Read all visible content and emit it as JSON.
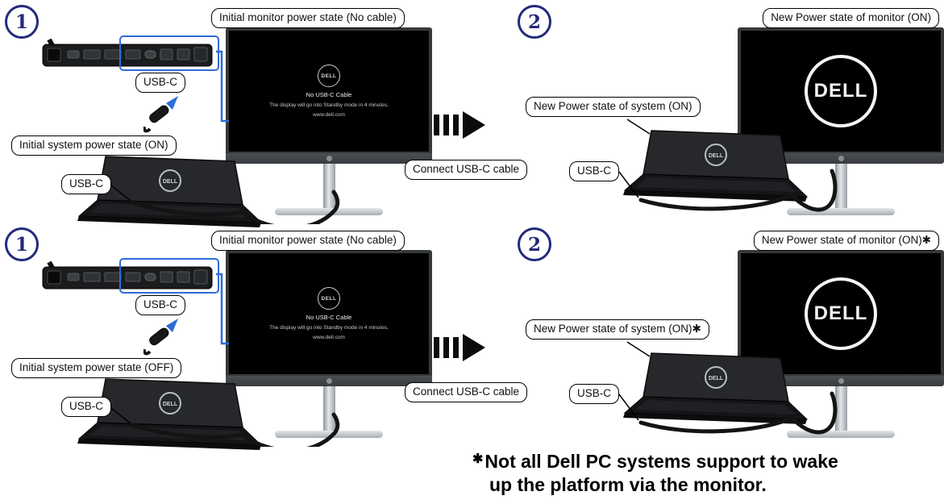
{
  "rows": [
    {
      "step_left": "1",
      "step_right": "2",
      "labels": {
        "monitor_initial": "Initial monitor power state (No cable)",
        "system_initial": "Initial system power state (ON)",
        "usbc_ports": "USB-C",
        "usbc_system_left": "USB-C",
        "connect": "Connect USB-C cable",
        "system_new": "New Power state of system (ON)",
        "monitor_new": "New Power state of monitor (ON)",
        "usbc_system_right": "USB-C"
      }
    },
    {
      "step_left": "1",
      "step_right": "2",
      "labels": {
        "monitor_initial": "Initial monitor power state (No cable)",
        "system_initial": "Initial system power state (OFF)",
        "usbc_ports": "USB-C",
        "usbc_system_left": "USB-C",
        "connect": "Connect USB-C cable",
        "system_new": "New Power state of system (ON)✱",
        "monitor_new": "New Power state of monitor (ON)✱",
        "usbc_system_right": "USB-C"
      }
    }
  ],
  "monitor": {
    "brand": "DELL",
    "standby_lines": [
      "No USB-C Cable",
      "The display will go into Standby mode in 4 minutes.",
      "www.dell.com"
    ]
  },
  "laptop": {
    "brand": "DELL"
  },
  "footnote": {
    "star": "✱",
    "line1": "Not all Dell PC systems support to wake",
    "line2": "up the platform via the monitor."
  },
  "colors": {
    "highlight": "#2f6cd8",
    "step": "#232a7c"
  }
}
